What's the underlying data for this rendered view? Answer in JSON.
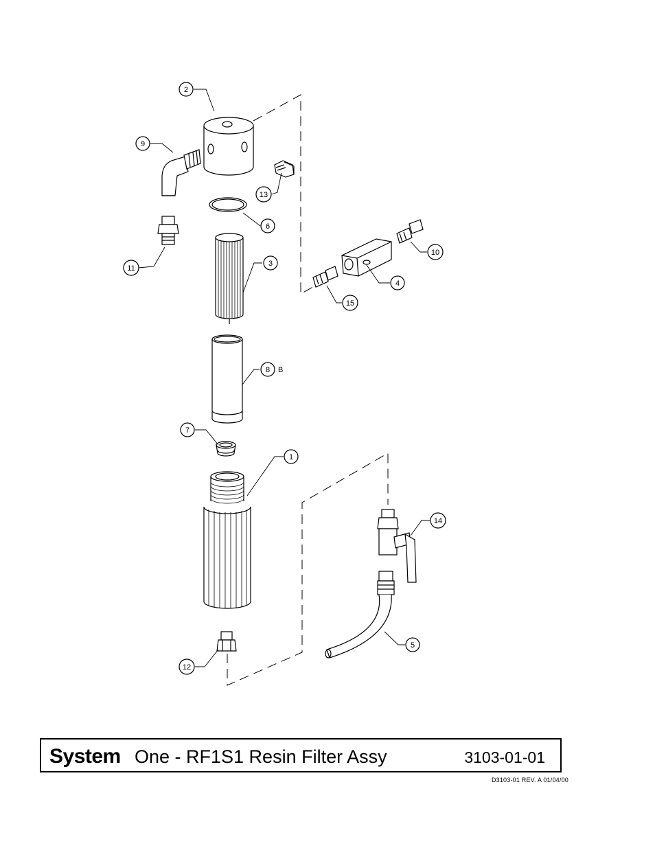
{
  "title_block": {
    "brand_bold": "System",
    "brand_rest": "One - RF1S1 Resin Filter Assy",
    "part_number": "3103-01-01",
    "revision_line": "D3103-01  REV. A    01/04/00"
  },
  "callouts": [
    {
      "id": "1",
      "label": "1"
    },
    {
      "id": "2",
      "label": "2"
    },
    {
      "id": "3",
      "label": "3"
    },
    {
      "id": "4",
      "label": "4"
    },
    {
      "id": "5",
      "label": "5"
    },
    {
      "id": "6",
      "label": "6"
    },
    {
      "id": "7",
      "label": "7"
    },
    {
      "id": "8",
      "label": "8",
      "suffix": "B"
    },
    {
      "id": "9",
      "label": "9"
    },
    {
      "id": "10",
      "label": "10"
    },
    {
      "id": "11",
      "label": "11"
    },
    {
      "id": "12",
      "label": "12"
    },
    {
      "id": "13",
      "label": "13"
    },
    {
      "id": "14",
      "label": "14"
    },
    {
      "id": "15",
      "label": "15"
    }
  ]
}
